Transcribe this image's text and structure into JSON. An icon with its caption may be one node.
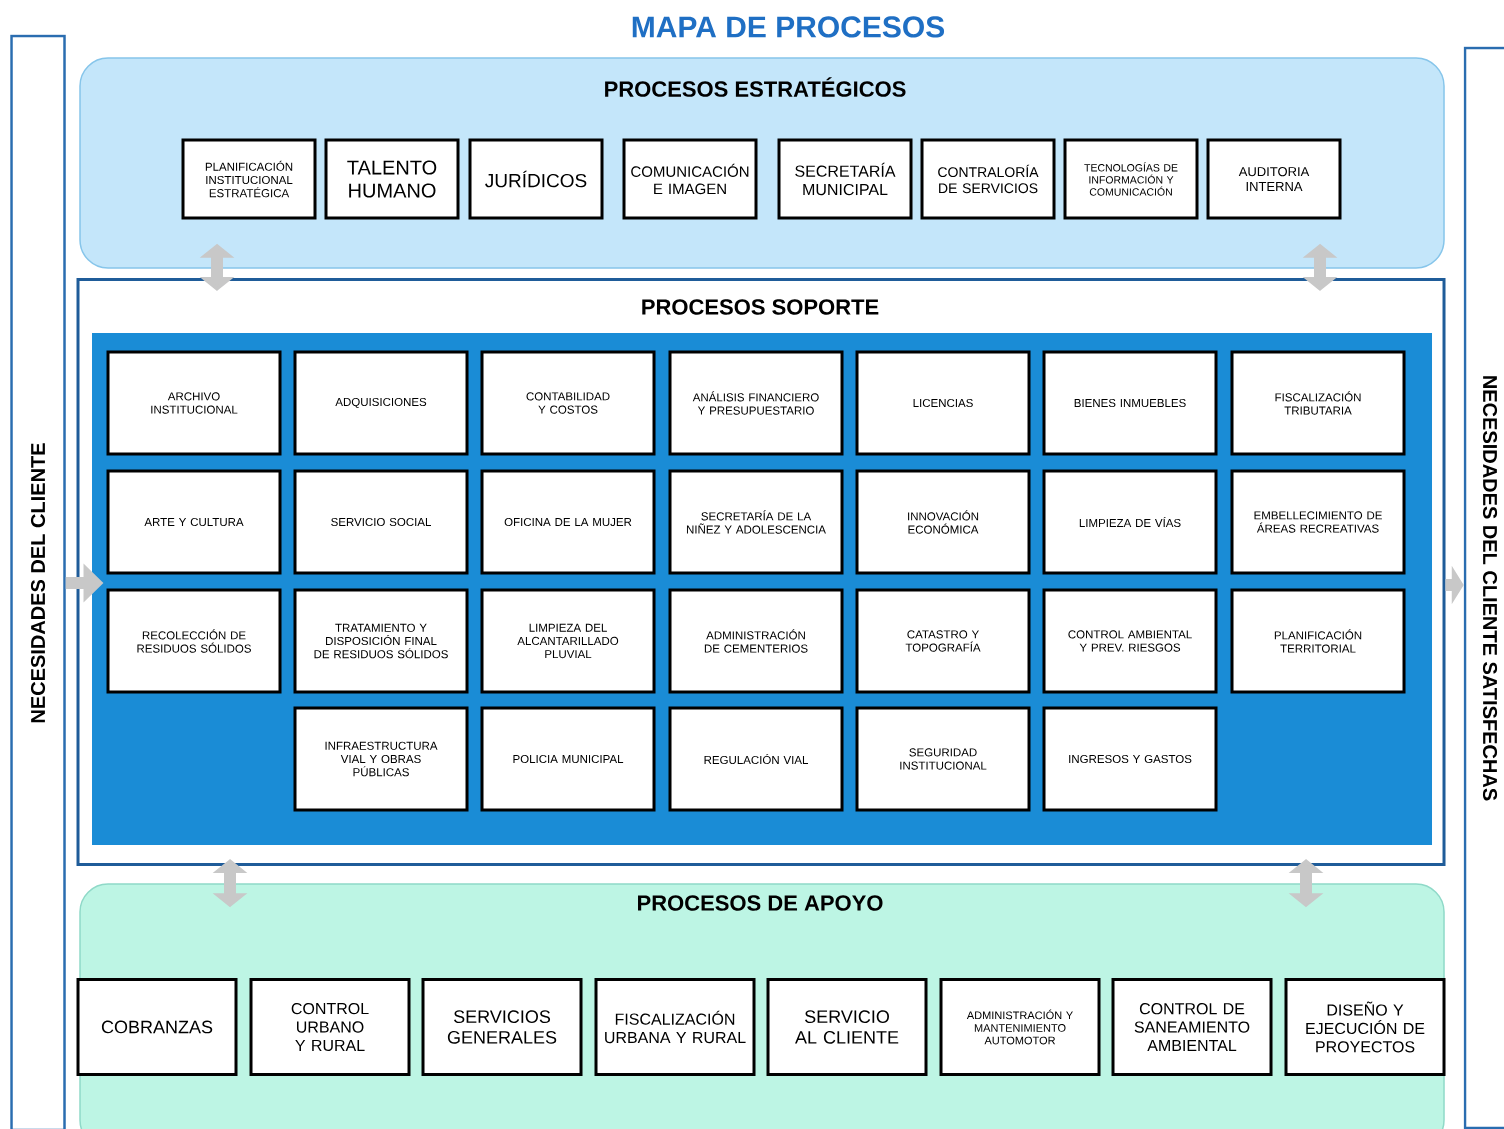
{
  "diagram": {
    "title": "MAPA DE PROCESOS",
    "nodes": [
      {
        "text": [
          "NECESIDADES DEL CLIENTE"
        ]
      },
      {
        "text": [
          "PROCESOS ESTRATÉGICOS"
        ]
      },
      {
        "text": [
          "PLANIFICACIÓN INSTITUCIONAL ESTRATÉGICA"
        ],
        "in": 1
      },
      {
        "text": [
          "TALENTO HUMANO"
        ],
        "in": 1
      },
      {
        "text": [
          "JURÍDICOS"
        ],
        "in": 1
      },
      {
        "text": [
          "COMUNICACIÓN E IMAGEN"
        ],
        "in": 1
      },
      {
        "text": [
          "SECRETARÍA MUNICIPAL"
        ],
        "in": 1
      },
      {
        "text": [
          "CONTRALORÍA DE SERVICIOS"
        ],
        "in": 1
      },
      {
        "text": [
          "TECNOLOGÍAS DE INFORMACIÓN Y COMUNICACIÓN"
        ],
        "in": 1
      },
      {
        "text": [
          "AUDITORIA INTERNA"
        ],
        "in": 1
      },
      {
        "text": [
          "PROCESOS SOPORTE"
        ]
      },
      {
        "text": [
          "ARCHIVO INSTITUCIONAL"
        ],
        "in": 10
      },
      {
        "text": [
          "ADQUISICIONES"
        ],
        "in": 10
      },
      {
        "text": [
          "CONTABILIDAD Y COSTOS"
        ],
        "in": 10
      },
      {
        "text": [
          "ANÁLISIS FINANCIERO Y PRESUPUESTARIO"
        ],
        "in": 10
      },
      {
        "text": [
          "LICENCIAS"
        ],
        "in": 10
      },
      {
        "text": [
          "BIENES INMUEBLES"
        ],
        "in": 10
      },
      {
        "text": [
          "FISCALIZACIÓN TRIBUTARIA"
        ],
        "in": 10
      },
      {
        "text": [
          "ARTE Y CULTURA"
        ],
        "in": 10
      },
      {
        "text": [
          "SERVICIO SOCIAL"
        ],
        "in": 10
      },
      {
        "text": [
          "OFICINA DE LA MUJER"
        ],
        "in": 10
      },
      {
        "text": [
          "SECRETARÍA DE LA NIÑEZ Y ADOLESCENCIA"
        ],
        "in": 10
      },
      {
        "text": [
          "INNOVACIÓN ECONÓMICA"
        ],
        "in": 10
      },
      {
        "text": [
          "LIMPIEZA DE VÍAS"
        ],
        "in": 10
      },
      {
        "text": [
          "EMBELLECIMIENTO DE ÁREAS RECREATIVAS"
        ],
        "in": 10
      },
      {
        "text": [
          "RECOLECCIÓN DE RESIDUOS SÓLIDOS"
        ],
        "in": 10
      },
      {
        "text": [
          "TRATAMIENTO Y DISPOSICIÓN FINAL DE RESIDUOS SÓLIDOS"
        ],
        "in": 10
      },
      {
        "text": [
          "LIMPIEZA DEL ALCANTARILLADO PLUVIAL"
        ],
        "in": 10
      },
      {
        "text": [
          "ADMINISTRACIÓN DE CEMENTERIOS"
        ],
        "in": 10
      },
      {
        "text": [
          "CATASTRO Y TOPOGRAFÍA"
        ],
        "in": 10
      },
      {
        "text": [
          "CONTROL AMBIENTAL Y PREV. RIESGOS"
        ],
        "in": 10
      },
      {
        "text": [
          "PLANIFICACIÓN TERRITORIAL"
        ],
        "in": 10
      },
      {
        "text": [
          "INFRAESTRUCTURA VIAL Y OBRAS PÚBLICAS"
        ],
        "in": 10
      },
      {
        "text": [
          "POLICIA MUNICIPAL"
        ],
        "in": 10
      },
      {
        "text": [
          "REGULACIÓN VIAL"
        ],
        "in": 10
      },
      {
        "text": [
          "SEGURIDAD INSTITUCIONAL"
        ],
        "in": 10
      },
      {
        "text": [
          "INGRESOS Y GASTOS"
        ],
        "in": 10
      },
      {
        "text": [
          "PROCESOS DE APOYO"
        ]
      },
      {
        "text": [
          "COBRANZAS"
        ],
        "in": 37
      },
      {
        "text": [
          "CONTROL URBANO Y RURAL"
        ],
        "in": 37
      },
      {
        "text": [
          "SERVICIOS GENERALES"
        ],
        "in": 37
      },
      {
        "text": [
          "FISCALIZACIÓN URBANA Y RURAL"
        ],
        "in": 37
      },
      {
        "text": [
          "SERVICIO AL CLIENTE"
        ],
        "in": 37
      },
      {
        "text": [
          "ADMINISTRACIÓN Y MANTENIMIENTO AUTOMOTOR"
        ],
        "in": 37
      },
      {
        "text": [
          "CONTROL DE SANEAMIENTO AMBIENTAL"
        ],
        "in": 37
      },
      {
        "text": [
          "DISEÑO Y EJECUCIÓN DE PROYECTOS"
        ],
        "in": 37
      },
      {
        "text": [
          "NECESIDADES DEL CLIENTE SATISFECHAS"
        ]
      }
    ],
    "edges": [
      {
        "from": 1,
        "to": 10,
        "arrow": "both"
      },
      {
        "from": 1,
        "to": 10,
        "arrow": "both"
      },
      {
        "from": 10,
        "to": 37,
        "arrow": "both"
      },
      {
        "from": 10,
        "to": 37,
        "arrow": "both"
      },
      {
        "from": 0,
        "to": 10,
        "arrow": "to"
      },
      {
        "from": 10,
        "to": 46,
        "arrow": "to"
      }
    ]
  }
}
